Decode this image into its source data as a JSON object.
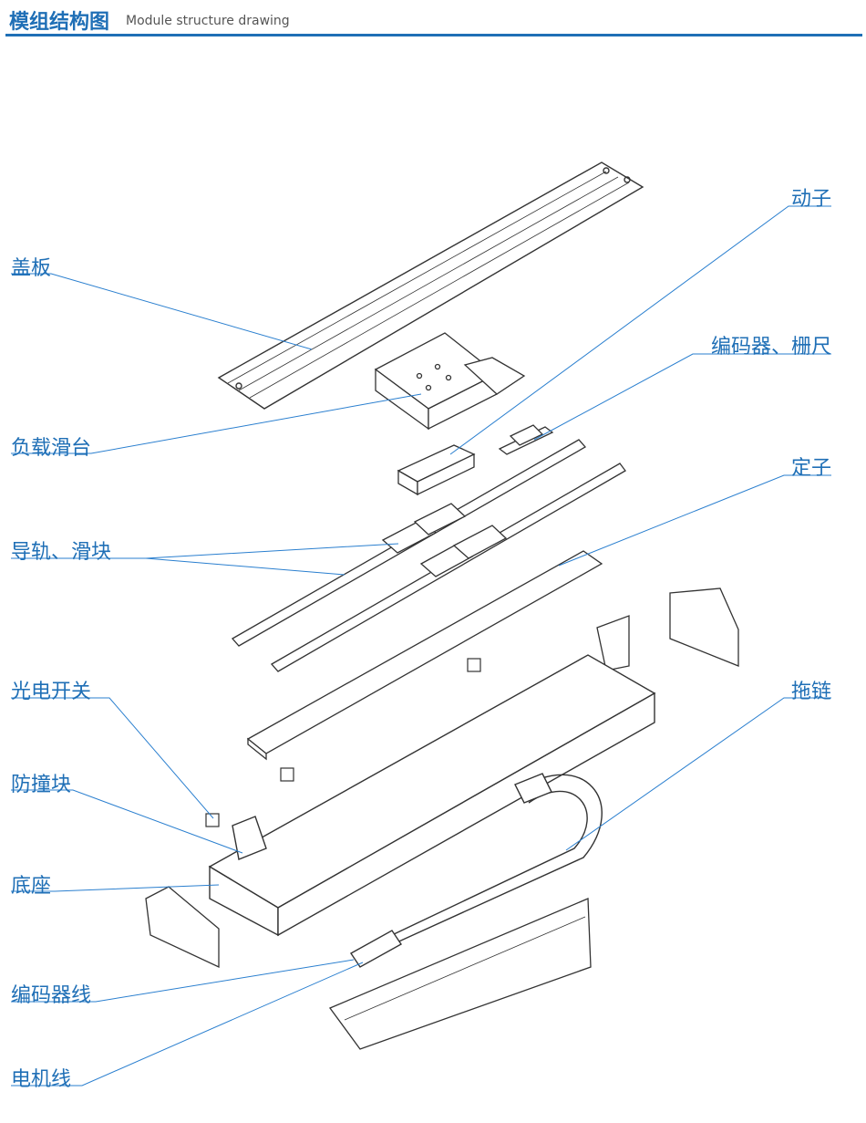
{
  "header": {
    "title_cn": "模组结构图",
    "title_en": "Module structure drawing"
  },
  "labels": {
    "cover": "盖板",
    "carriage": "负载滑台",
    "rail_slider": "导轨、滑块",
    "photo_switch": "光电开关",
    "bumper": "防撞块",
    "base": "底座",
    "encoder_cable": "编码器线",
    "motor_cable": "电机线",
    "mover": "动子",
    "encoder_scale": "编码器、栅尺",
    "stator": "定子",
    "drag_chain": "拖链"
  },
  "colors": {
    "accent": "#1f6fb6",
    "line": "#2a7fcf",
    "drawing": "#333333"
  }
}
